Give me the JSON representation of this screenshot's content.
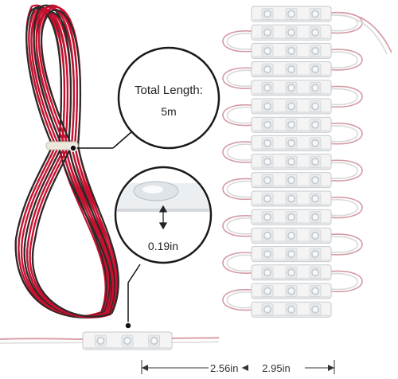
{
  "callouts": {
    "total_length_label": "Total Length:",
    "total_length_value": "5m",
    "height_value": "0.19in"
  },
  "dimensions": {
    "module_width": "2.56in",
    "module_spacing": "2.95in"
  },
  "product": {
    "module_count_shown": 17,
    "leds_per_module": 3
  },
  "colors": {
    "wire_red": "#c8102e",
    "wire_black": "#2a2a2a",
    "module_white": "#f4f4f4",
    "led_center": "#f8f8f8",
    "led_ring": "#c9ced3",
    "callout_ring": "#1a1a1a"
  }
}
